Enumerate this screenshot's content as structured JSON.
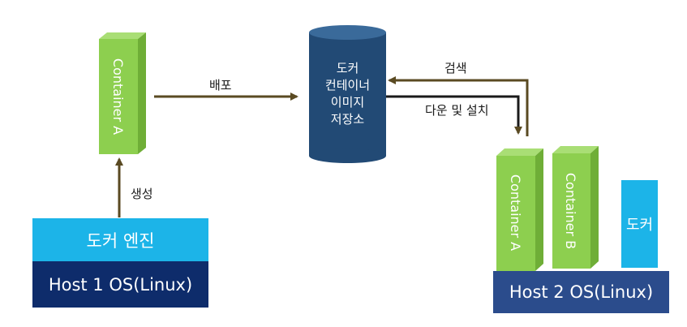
{
  "host1": {
    "engine_label": "도커 엔진",
    "os_label": "Host 1 OS(Linux)",
    "container_label": "Container A"
  },
  "registry": {
    "lines": [
      "도커",
      "컨테이너",
      "이미지",
      "저장소"
    ]
  },
  "host2": {
    "os_label": "Host 2 OS(Linux)",
    "container_a_label": "Container A",
    "container_b_label": "Container B",
    "docker_label": "도커"
  },
  "arrows": {
    "create": "생성",
    "deploy": "배포",
    "search": "검색",
    "download_install": "다운 및 설치"
  },
  "colors": {
    "container_green": "#8dcf4f",
    "docker_blue": "#1cb4e8",
    "host_navy": "#0e2c6b",
    "host2_blue": "#2b4c8c",
    "registry_navy": "#224a75",
    "arrow_brown": "#5a4a22"
  }
}
